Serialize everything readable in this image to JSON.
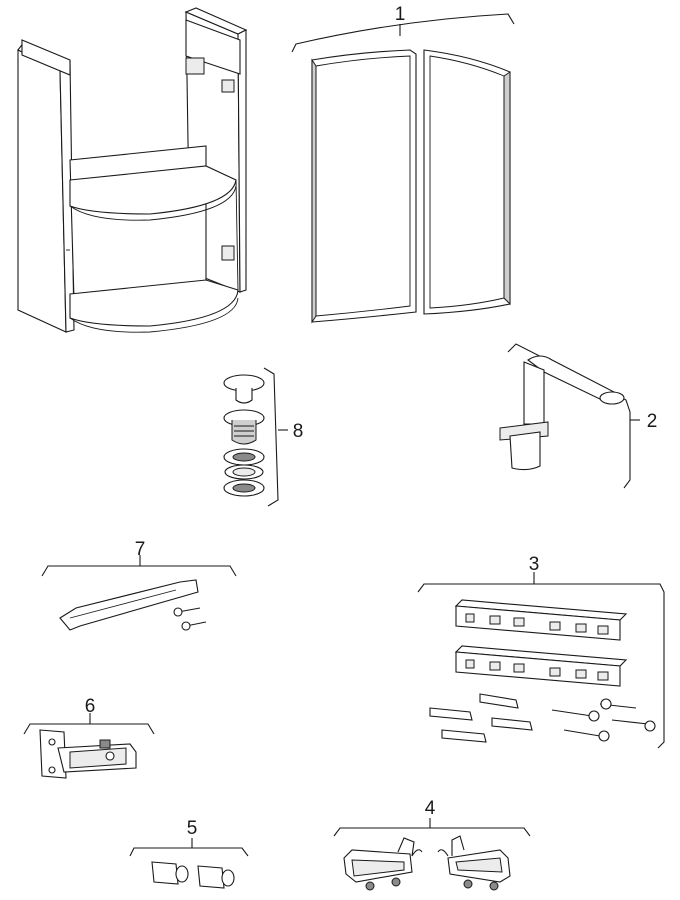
{
  "diagram": {
    "labels": {
      "doors": "1",
      "siphon": "2",
      "wall_rails": "3",
      "brackets": "4",
      "buffers": "5",
      "hinge": "6",
      "handle": "7",
      "drain_valve": "8"
    }
  }
}
